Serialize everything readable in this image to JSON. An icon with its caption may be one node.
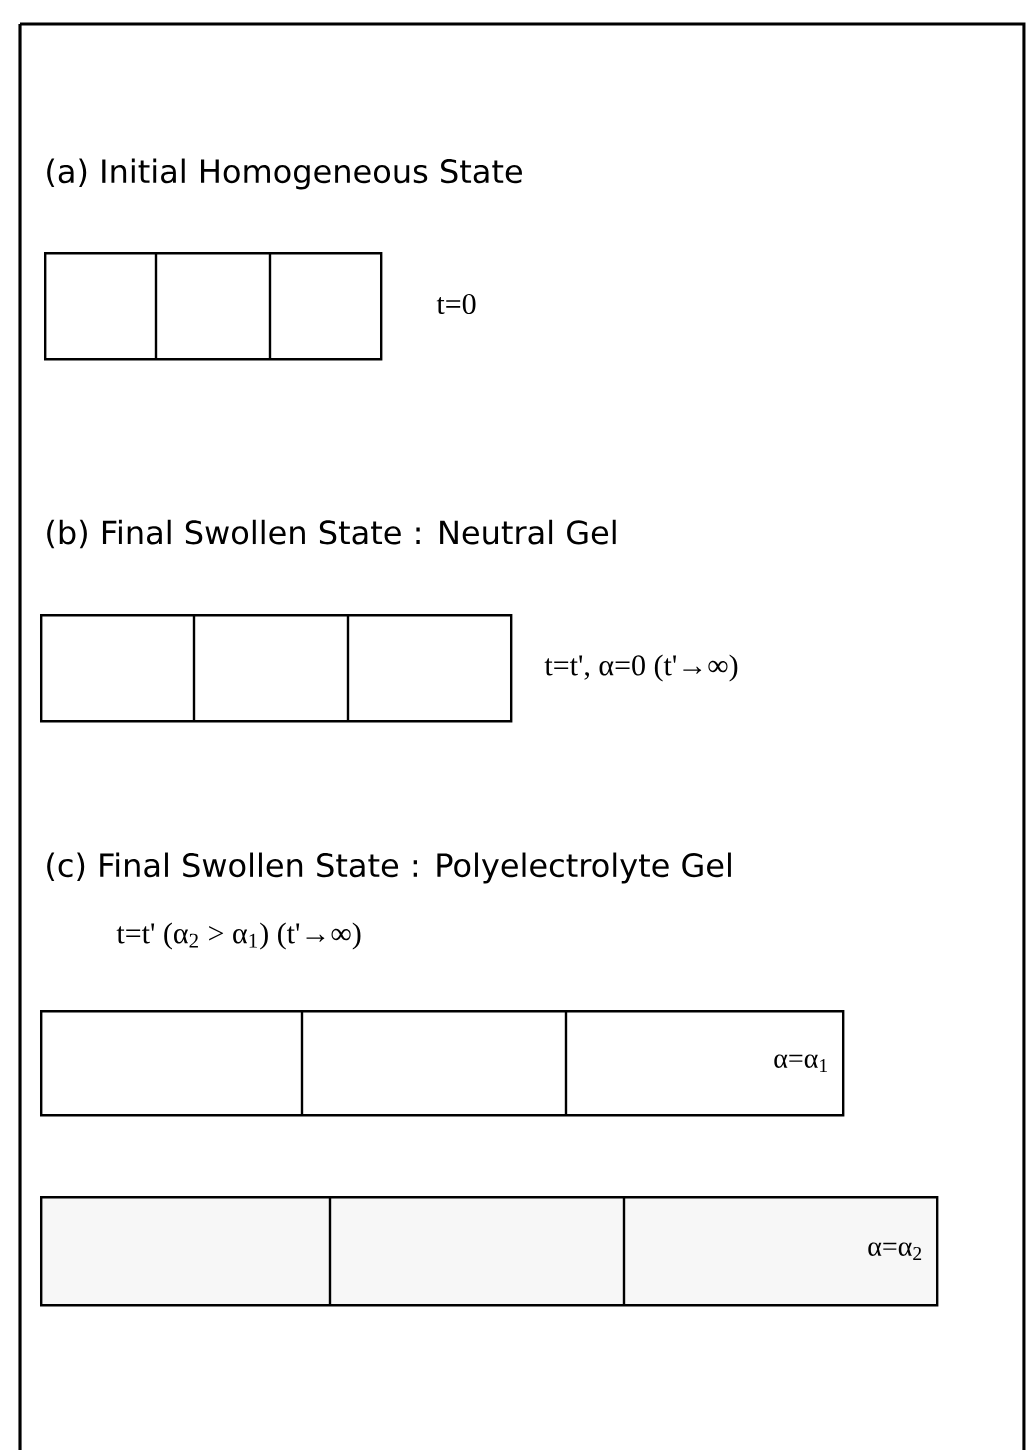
{
  "diagram": {
    "nodes": [
      {
        "text": [],
        "shape": "box"
      },
      {
        "text": [],
        "shape": "box"
      },
      {
        "text": [
          "α=α$_{1}$"
        ]
      },
      {
        "text": [
          "α=α$_{2}$"
        ]
      }
    ],
    "labels": [
      "(a) Initial Homogeneous State",
      "t=0",
      "(b) Final Swollen State : Neutral Gel",
      "t=t', α=0 (t'→∞)",
      "(c) Final Swollen State : Polyelectrolyte Gel",
      "t=t' (α$_{2}$ > α$_{1}$) (t'→∞)"
    ]
  }
}
